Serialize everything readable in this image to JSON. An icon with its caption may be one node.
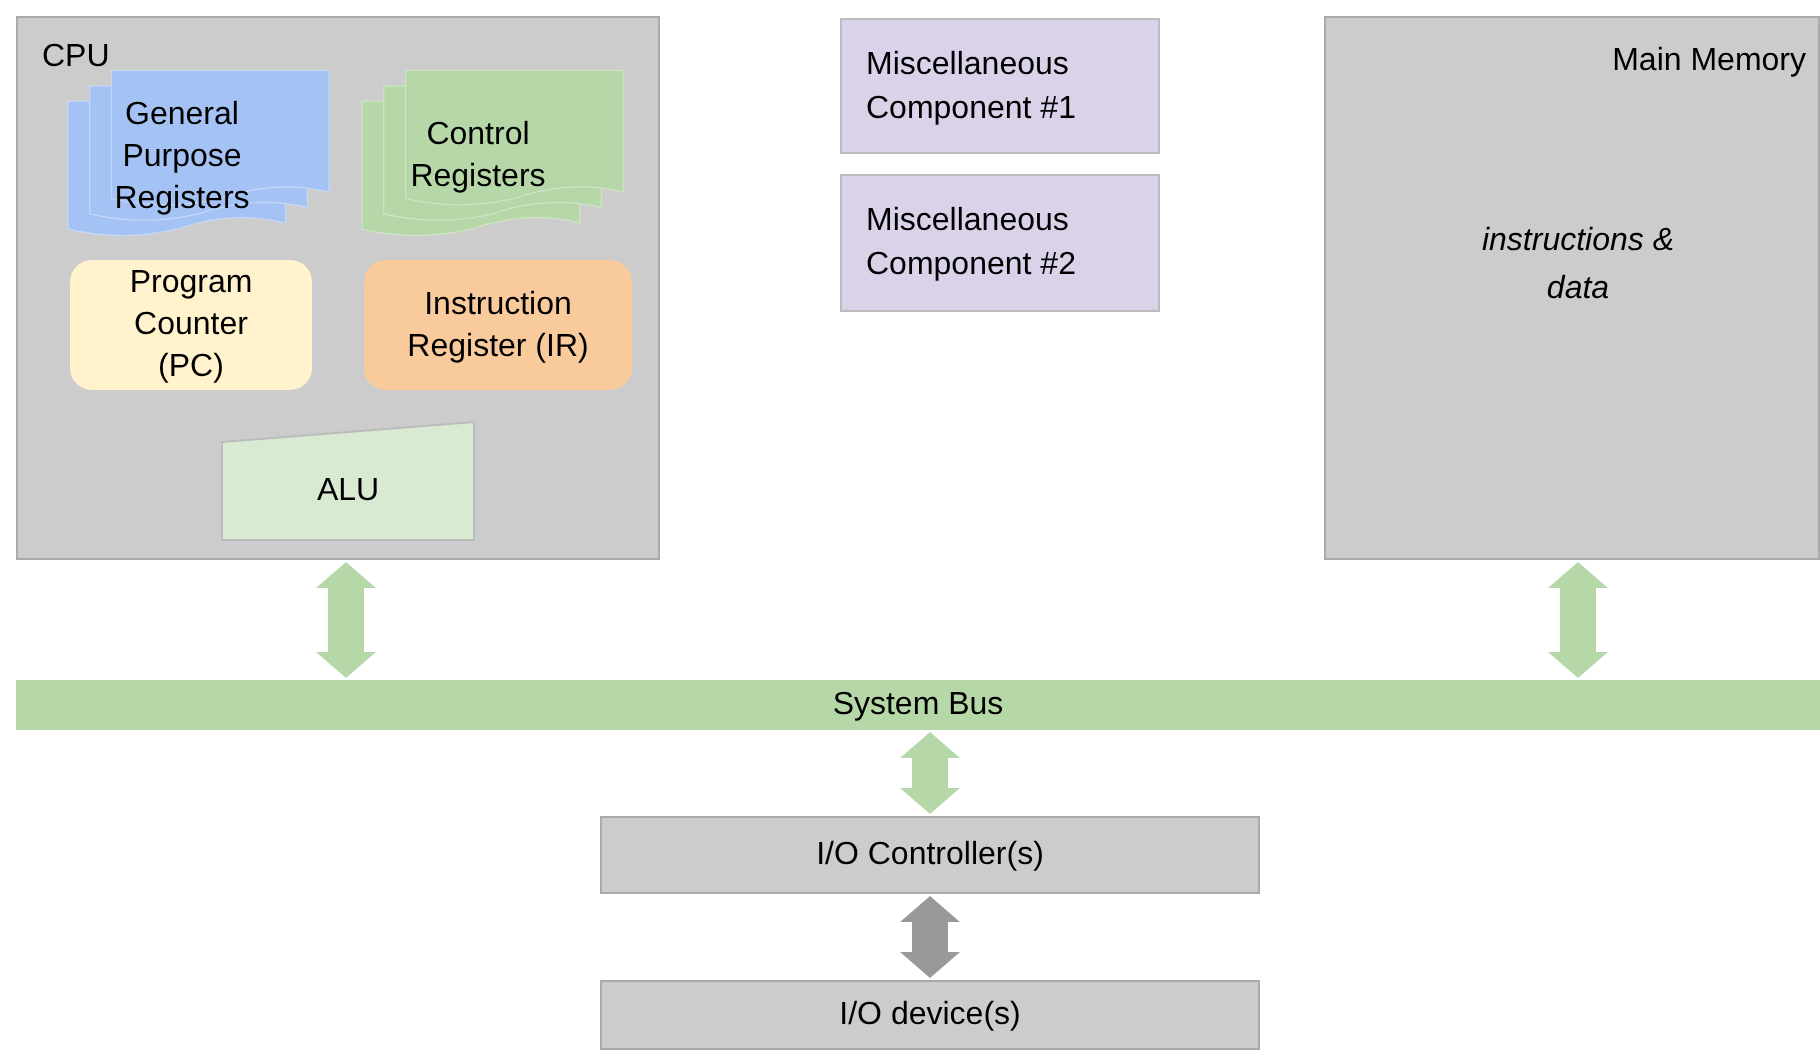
{
  "diagram": {
    "nodes": [
      {
        "text": [
          "CPU"
        ]
      },
      {
        "text": [
          "General Purpose Registers"
        ],
        "in": 0
      },
      {
        "text": [
          "Control Registers"
        ],
        "in": 0
      },
      {
        "text": [
          "Program Counter (PC)"
        ],
        "in": 0
      },
      {
        "text": [
          "Instruction Register (IR)"
        ],
        "in": 0
      },
      {
        "text": [
          "ALU"
        ],
        "in": 0
      },
      {
        "text": [
          "Miscellaneous Component #1"
        ]
      },
      {
        "text": [
          "Miscellaneous Component #2"
        ]
      },
      {
        "text": [
          "Main Memory",
          "instructions & data"
        ]
      },
      {
        "text": [
          "System Bus"
        ]
      },
      {
        "text": [
          "I/O Controller(s)"
        ]
      },
      {
        "text": [
          "I/O device(s)"
        ]
      }
    ],
    "edges": [
      {
        "from": 0,
        "to": 9,
        "arrow": "both"
      },
      {
        "from": 8,
        "to": 9,
        "arrow": "both"
      },
      {
        "from": 9,
        "to": 10,
        "arrow": "both"
      },
      {
        "from": 10,
        "to": 11,
        "arrow": "both",
        "color": "#999999"
      }
    ]
  }
}
